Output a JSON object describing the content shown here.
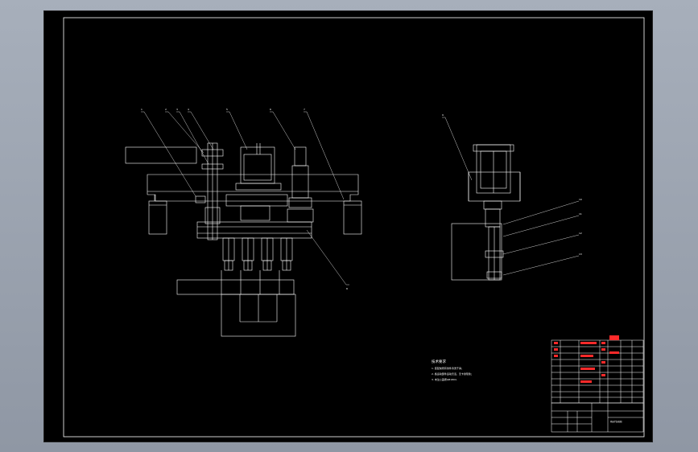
{
  "sheet": {
    "background": "#000000",
    "line_color": "#ffffff",
    "accent_color": "#ff2a2a"
  },
  "front_view": {
    "balloons": [
      "1",
      "2",
      "3",
      "4",
      "5",
      "6",
      "7",
      "8"
    ]
  },
  "side_view": {
    "balloons": [
      "9",
      "10",
      "11",
      "12",
      "13"
    ]
  },
  "notes": {
    "title": "技术要求",
    "lines": [
      "1. 装配前所有零件清洗干净；",
      "2. 各运动部件运动灵活，无卡滞现象；",
      "3. 未注公差按GB1804."
    ]
  },
  "title_block": {
    "drawing_name": "机械手装配图",
    "drawing_no": "",
    "scale": "",
    "sheet_label": ""
  }
}
